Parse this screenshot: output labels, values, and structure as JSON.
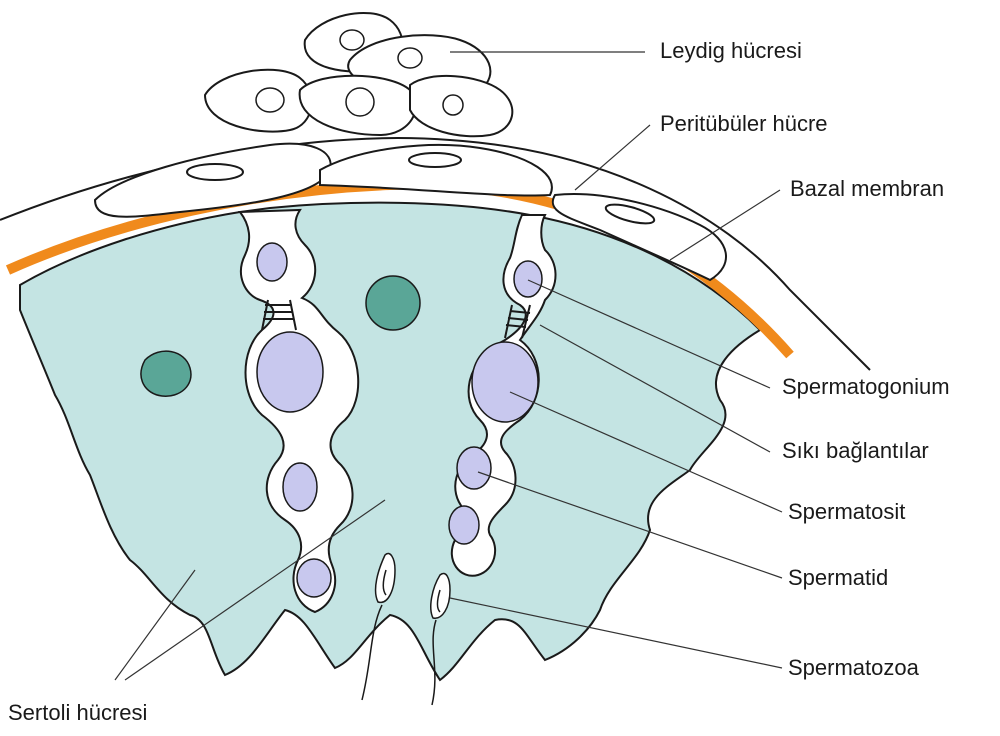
{
  "labels": {
    "leydig": "Leydig hücresi",
    "peritubular": "Peritübüler hücre",
    "basal_membrane": "Bazal membran",
    "spermatogonium": "Spermatogonium",
    "tight_junctions": "Sıkı bağlantılar",
    "spermatocyte": "Spermatosit",
    "spermatid": "Spermatid",
    "spermatozoa": "Spermatozoa",
    "sertoli": "Sertoli hücresi"
  },
  "colors": {
    "sertoli_fill": "#c4e4e3",
    "basal_membrane": "#f08a1c",
    "germ_cell_nucleus": "#c8c8ee",
    "sertoli_nucleus": "#5aa697",
    "outline": "#1a1a1a",
    "leader_line": "#333333"
  }
}
